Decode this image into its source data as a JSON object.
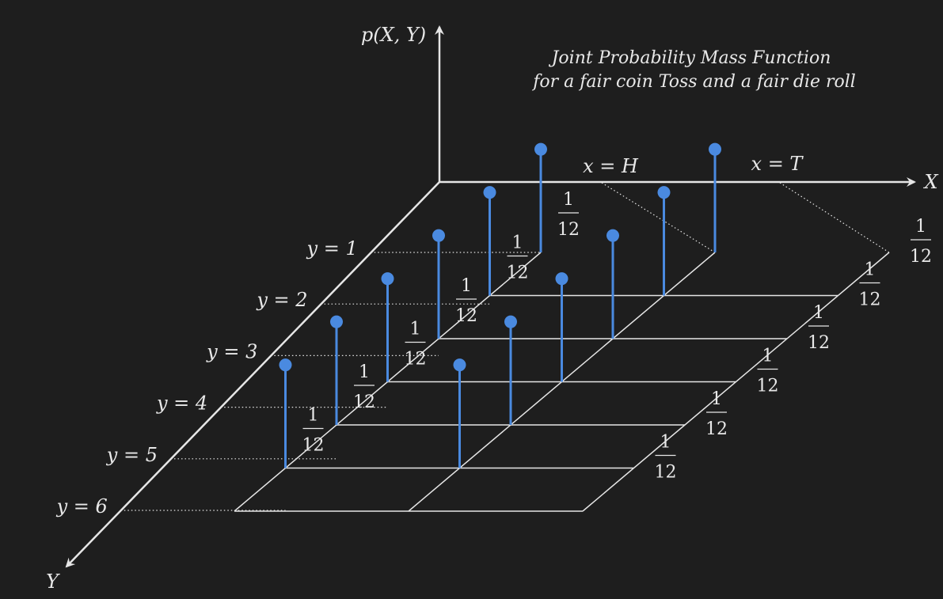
{
  "title": {
    "line1": "Joint Probability Mass Function",
    "line2": "for a fair coin Toss and a fair die roll"
  },
  "axes": {
    "z_label": "p(X, Y)",
    "x_label": "X",
    "y_label": "Y"
  },
  "colors": {
    "background": "#1e1e1e",
    "axis": "#e6e6e6",
    "stem": "#4a8ae0",
    "grid": "#e6e6e6"
  },
  "chart_data": {
    "type": "stem3d",
    "x_categories": [
      "x = H",
      "x = T"
    ],
    "y_categories": [
      "y = 1",
      "y = 2",
      "y = 3",
      "y = 4",
      "y = 5",
      "y = 6"
    ],
    "values": [
      [
        0.08333,
        0.08333,
        0.08333,
        0.08333,
        0.08333,
        0.08333
      ],
      [
        0.08333,
        0.08333,
        0.08333,
        0.08333,
        0.08333,
        0.08333
      ]
    ],
    "value_labels": [
      [
        {
          "num": "1",
          "den": "12"
        },
        {
          "num": "1",
          "den": "12"
        },
        {
          "num": "1",
          "den": "12"
        },
        {
          "num": "1",
          "den": "12"
        },
        {
          "num": "1",
          "den": "12"
        },
        {
          "num": "1",
          "den": "12"
        }
      ],
      [
        {
          "num": "1",
          "den": "12"
        },
        {
          "num": "1",
          "den": "12"
        },
        {
          "num": "1",
          "den": "12"
        },
        {
          "num": "1",
          "den": "12"
        },
        {
          "num": "1",
          "den": "12"
        },
        {
          "num": "1",
          "den": "12"
        }
      ]
    ]
  }
}
